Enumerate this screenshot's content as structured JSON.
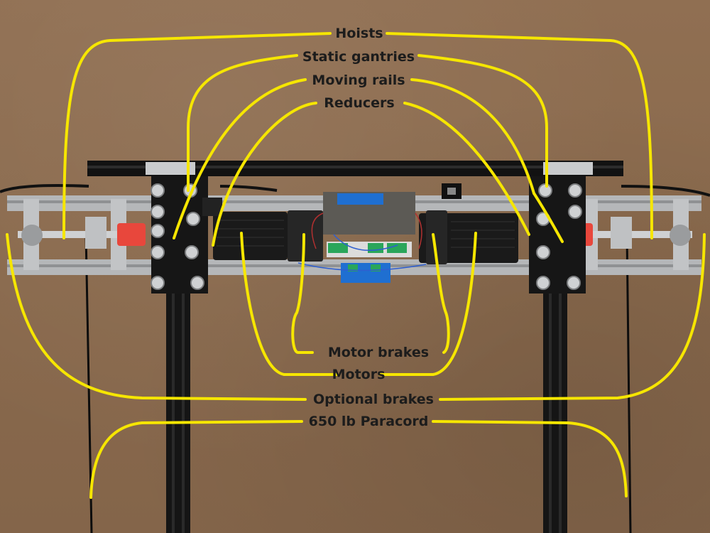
{
  "labels": {
    "hoists": "Hoists",
    "static_gantries": "Static gantries",
    "moving_rails": "Moving rails",
    "reducers": "Reducers",
    "motor_brakes": "Motor brakes",
    "motors": "Motors",
    "optional_brakes": "Optional brakes",
    "paracord": "650 lb Paracord"
  },
  "colors": {
    "annotation": "#f6e600",
    "extrusion_black": "#141414",
    "extrusion_silver": "#b4b6b8",
    "motor_body": "#1a1a1a",
    "coupler": "#e8473c",
    "board_blue": "#1f6fd1",
    "terminal_green": "#2aa65b"
  }
}
